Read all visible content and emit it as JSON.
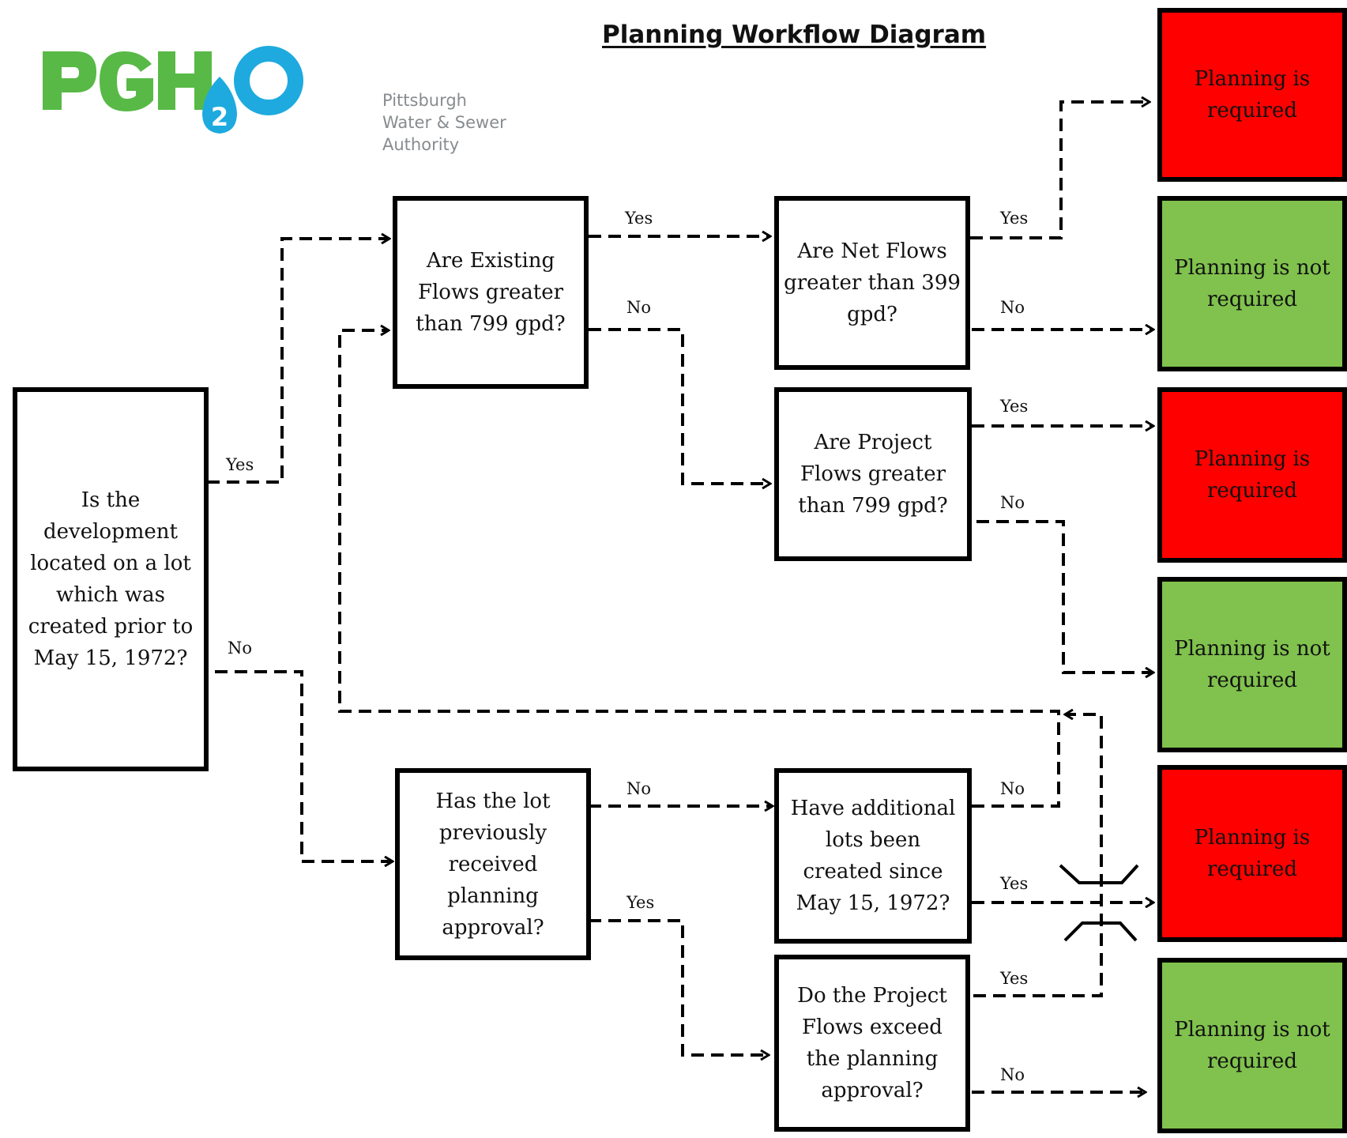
{
  "title": "Planning Workflow Diagram",
  "logo": {
    "wordmark": "PGH2O",
    "org_lines": [
      "Pittsburgh",
      "Water & Sewer",
      "Authority"
    ],
    "colors": {
      "green": "#58b947",
      "blue": "#1eaadf"
    }
  },
  "nodes": {
    "q_lot_1972": "Is the development located on a lot which was created prior to May 15, 1972?",
    "q_existing_flows": "Are Existing Flows greater than 799 gpd?",
    "q_net_flows": "Are Net Flows greater than 399 gpd?",
    "q_project_flows": "Are Project Flows greater than 799 gpd?",
    "q_prev_approval": "Has the lot previously received planning approval?",
    "q_additional_lots": "Have additional lots been created since May 15, 1972?",
    "q_exceed_approval": "Do the Project Flows exceed the planning approval?"
  },
  "outcomes": [
    {
      "text": "Planning is required",
      "status": "required",
      "color": "#ff0000"
    },
    {
      "text": "Planning is not required",
      "status": "not-required",
      "color": "#80c24d"
    },
    {
      "text": "Planning is required",
      "status": "required",
      "color": "#ff0000"
    },
    {
      "text": "Planning is not required",
      "status": "not-required",
      "color": "#80c24d"
    },
    {
      "text": "Planning is required",
      "status": "required",
      "color": "#ff0000"
    },
    {
      "text": "Planning is not required",
      "status": "not-required",
      "color": "#80c24d"
    }
  ],
  "edge_labels": {
    "yes": "Yes",
    "no": "No"
  }
}
